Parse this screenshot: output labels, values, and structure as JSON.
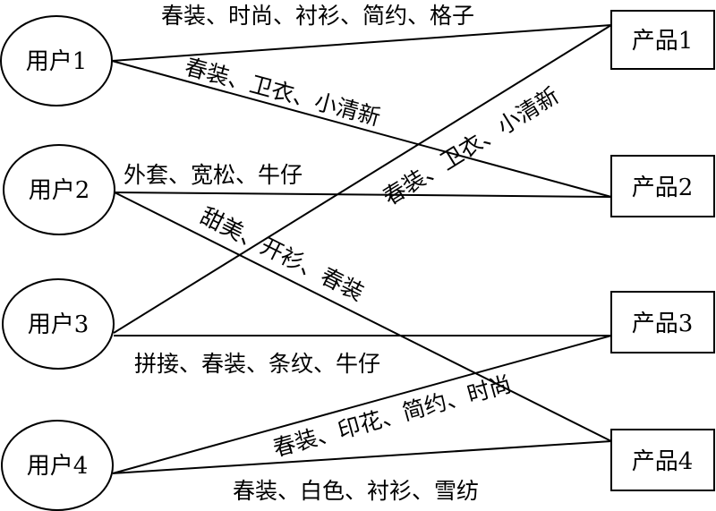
{
  "users": [
    {
      "id": "u1",
      "label": "用户1"
    },
    {
      "id": "u2",
      "label": "用户2"
    },
    {
      "id": "u3",
      "label": "用户3"
    },
    {
      "id": "u4",
      "label": "用户4"
    }
  ],
  "products": [
    {
      "id": "p1",
      "label": "产品1"
    },
    {
      "id": "p2",
      "label": "产品2"
    },
    {
      "id": "p3",
      "label": "产品3"
    },
    {
      "id": "p4",
      "label": "产品4"
    }
  ],
  "edges": [
    {
      "from": "u1",
      "to": "p1",
      "label": "春装、时尚、衬衫、简约、格子"
    },
    {
      "from": "u1",
      "to": "p2",
      "label": "春装、卫衣、小清新"
    },
    {
      "from": "u2",
      "to": "p2",
      "label": "外套、宽松、牛仔"
    },
    {
      "from": "u2",
      "to": "p4",
      "label": "甜美、开衫、春装"
    },
    {
      "from": "u3",
      "to": "p1",
      "label": "春装、卫衣、小清新"
    },
    {
      "from": "u3",
      "to": "p3",
      "label": "拼接、春装、条纹、牛仔"
    },
    {
      "from": "u4",
      "to": "p3",
      "label": "春装、印花、简约、时尚"
    },
    {
      "from": "u4",
      "to": "p4",
      "label": "春装、白色、衬衫、雪纺"
    }
  ]
}
